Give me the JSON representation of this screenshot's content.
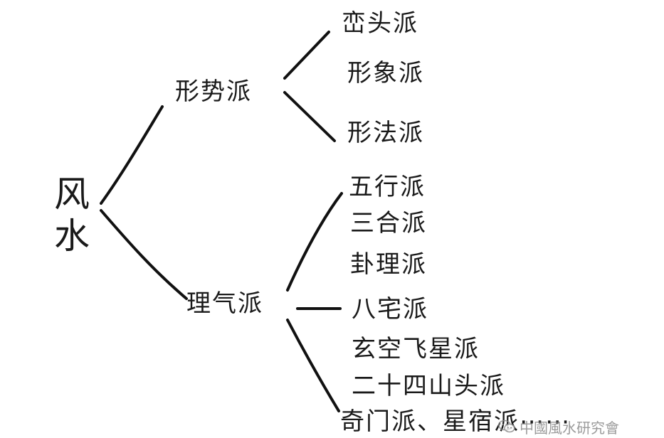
{
  "root": {
    "line1": "风",
    "line2": "水"
  },
  "branches": {
    "form": {
      "label": "形势派",
      "children": [
        "峦头派",
        "形象派",
        "形法派"
      ]
    },
    "qi": {
      "label": "理气派",
      "children": [
        "五行派",
        "三合派",
        "卦理派",
        "八宅派",
        "玄空飞星派",
        "二十四山头派",
        "奇门派、星宿派⋯⋯"
      ]
    }
  },
  "watermark": {
    "text": "中國風水研究會",
    "icon": "wechat-icon"
  },
  "colors": {
    "line": "#111111",
    "text": "#1a1a1a",
    "watermark": "#8a8a8a",
    "background": "#ffffff"
  }
}
